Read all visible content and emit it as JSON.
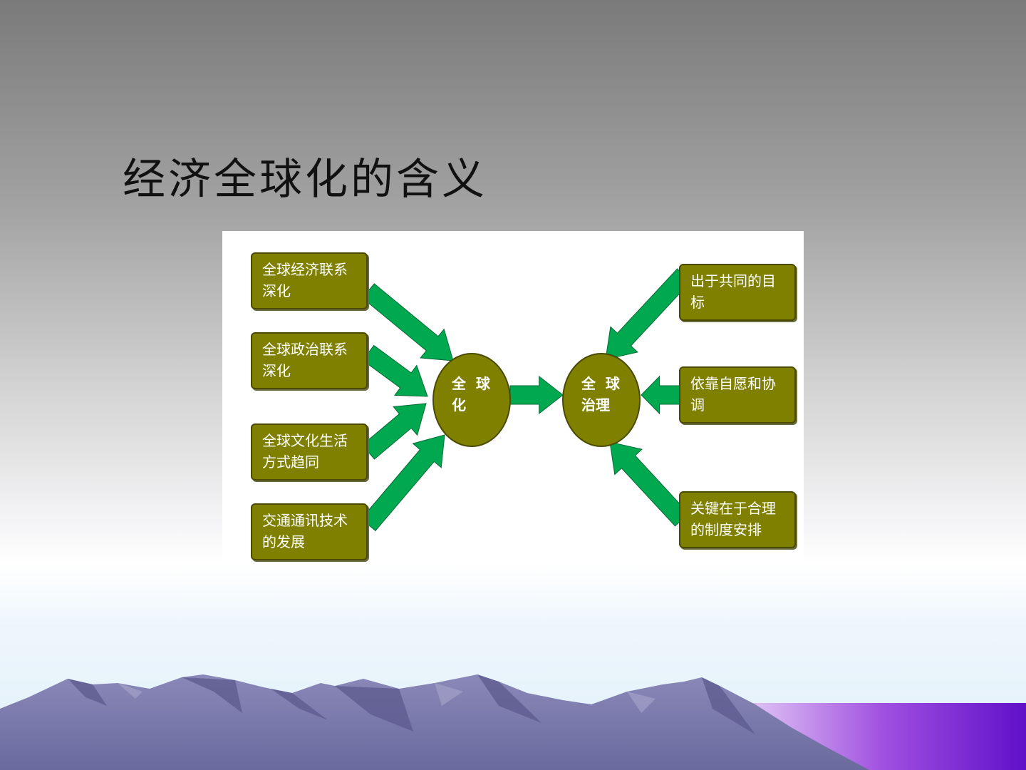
{
  "slide": {
    "title": "经济全球化的含义"
  },
  "diagram": {
    "left_boxes": [
      {
        "text": "全球经济联系\n深化"
      },
      {
        "text": "全球政治联系\n深化"
      },
      {
        "text": "全球文化生活\n方式趋同"
      },
      {
        "text": "交通通讯技术\n的发展"
      }
    ],
    "center_left": {
      "text": "全  球\n化"
    },
    "center_right": {
      "text": "全  球\n治理"
    },
    "right_boxes": [
      {
        "text": "出于共同的目\n标"
      },
      {
        "text": "依靠自愿和协\n调"
      },
      {
        "text": "关键在于合理\n的制度安排"
      }
    ],
    "colors": {
      "box_fill": "#808000",
      "box_border": "#4a4a00",
      "arrow_fill": "#00a850",
      "arrow_stroke": "#006a34",
      "text": "#ffffff"
    }
  }
}
